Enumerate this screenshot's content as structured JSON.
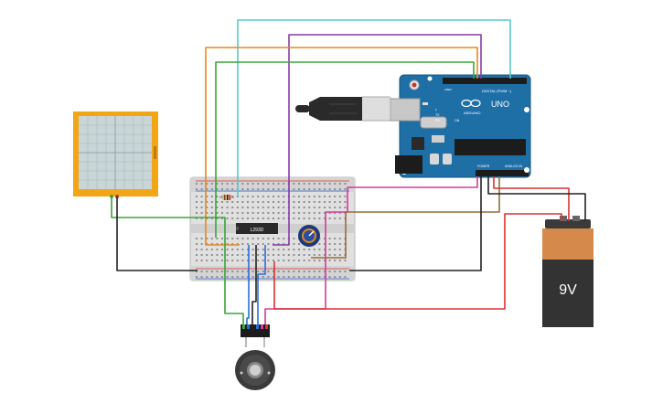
{
  "arduino": {
    "board_name": "UNO",
    "brand": "ARDUINO",
    "header_digital": "DIGITAL (PWM ~)",
    "header_power": "POWER",
    "header_analog": "ANALOG IN",
    "aref": "AREF",
    "tx": "TX",
    "rx": "RX",
    "on": "ON",
    "l": "L"
  },
  "driver_chip": {
    "label": "L293D"
  },
  "battery": {
    "label": "9V"
  },
  "colors": {
    "board_blue": "#1f6fa7",
    "breadboard": "#dcdcdc",
    "sensor_frame": "#f2a515",
    "battery_top": "#d5894a",
    "battery_body": "#333333",
    "wire_orange": "#e68a1f",
    "wire_green": "#3aa53a",
    "wire_cyan": "#5bc6c8",
    "wire_purple": "#8a3aa8",
    "wire_magenta": "#d63a9a",
    "wire_red": "#d83232",
    "wire_black": "#222222",
    "wire_blue": "#2a6fd6",
    "wire_brown": "#9a6a3a"
  }
}
